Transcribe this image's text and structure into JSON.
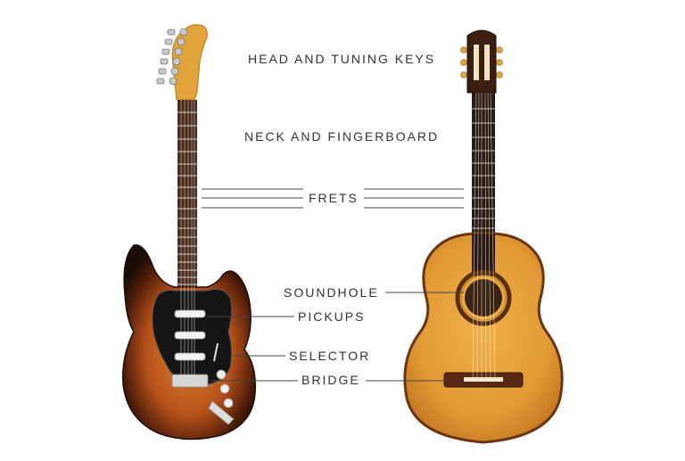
{
  "labels": {
    "head": "HEAD AND TUNING KEYS",
    "neck": "NECK AND FINGERBOARD",
    "frets": "FRETS",
    "soundhole": "SOUNDHOLE",
    "pickups": "PICKUPS",
    "selector": "SELECTOR",
    "bridge": "BRIDGE"
  },
  "colors": {
    "label_text": "#333333",
    "leader_line": "#444444",
    "electric_body_edge": "#1a0d05",
    "electric_body_burst": "#b5501a",
    "electric_pickguard": "#151515",
    "electric_headstock": "#e2a43a",
    "fretboard": "#4a2a1c",
    "acoustic_top": "#e8a13c",
    "acoustic_binding": "#6b3514",
    "acoustic_neck": "#2a1a14"
  }
}
